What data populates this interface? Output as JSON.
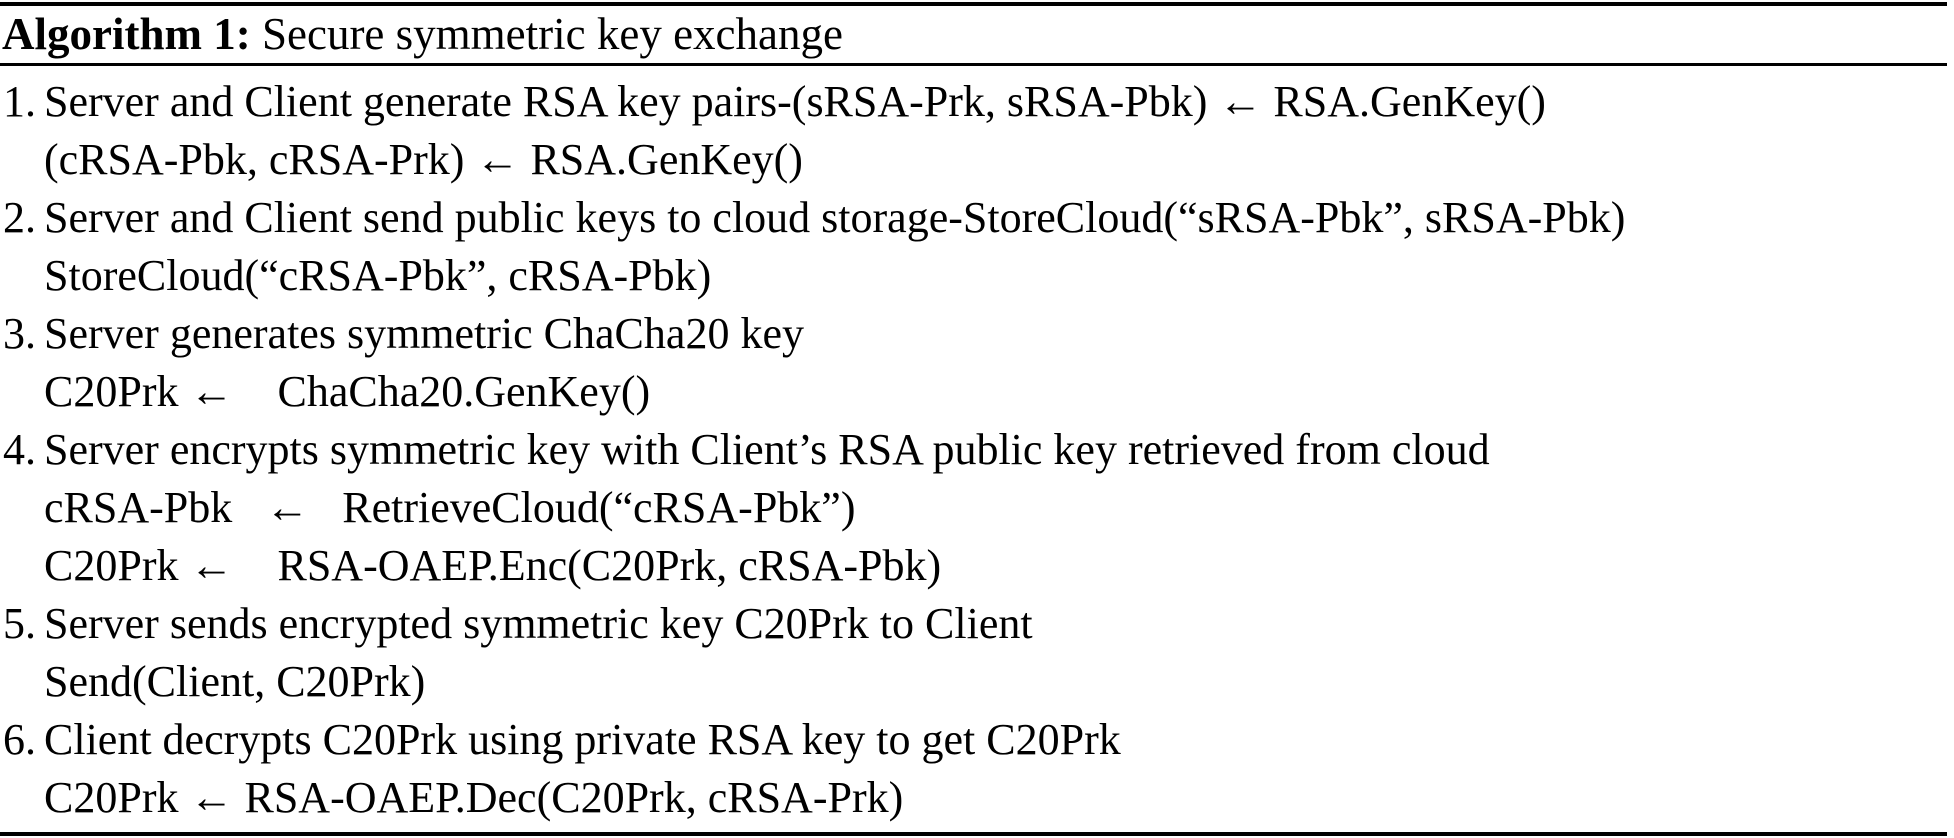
{
  "title": {
    "label": "Algorithm 1:",
    "name": " Secure symmetric key exchange"
  },
  "steps": [
    {
      "number": "1.",
      "lines": [
        "Server and Client generate RSA key pairs-(sRSA-Prk, sRSA-Pbk) ← RSA.GenKey()",
        "(cRSA-Pbk, cRSA-Prk) ← RSA.GenKey()"
      ]
    },
    {
      "number": "2.",
      "lines": [
        "Server and Client send public keys to cloud storage-StoreCloud(“sRSA-Pbk”, sRSA-Pbk)",
        "StoreCloud(“cRSA-Pbk”, cRSA-Pbk)"
      ]
    },
    {
      "number": "3.",
      "lines": [
        "Server generates symmetric ChaCha20 key",
        "C20Prk ←    ChaCha20.GenKey()"
      ]
    },
    {
      "number": "4.",
      "lines": [
        "Server encrypts symmetric key with Client’s RSA public key retrieved from cloud",
        "cRSA-Pbk   ←   RetrieveCloud(“cRSA-Pbk”)",
        "C20Prk ←    RSA-OAEP.Enc(C20Prk, cRSA-Pbk)"
      ]
    },
    {
      "number": "5.",
      "lines": [
        "Server sends encrypted symmetric key C20Prk to Client",
        "Send(Client, C20Prk)"
      ]
    },
    {
      "number": "6.",
      "lines": [
        "Client decrypts C20Prk using private RSA key to get C20Prk",
        "C20Prk ← RSA-OAEP.Dec(C20Prk, cRSA-Prk)"
      ]
    }
  ]
}
